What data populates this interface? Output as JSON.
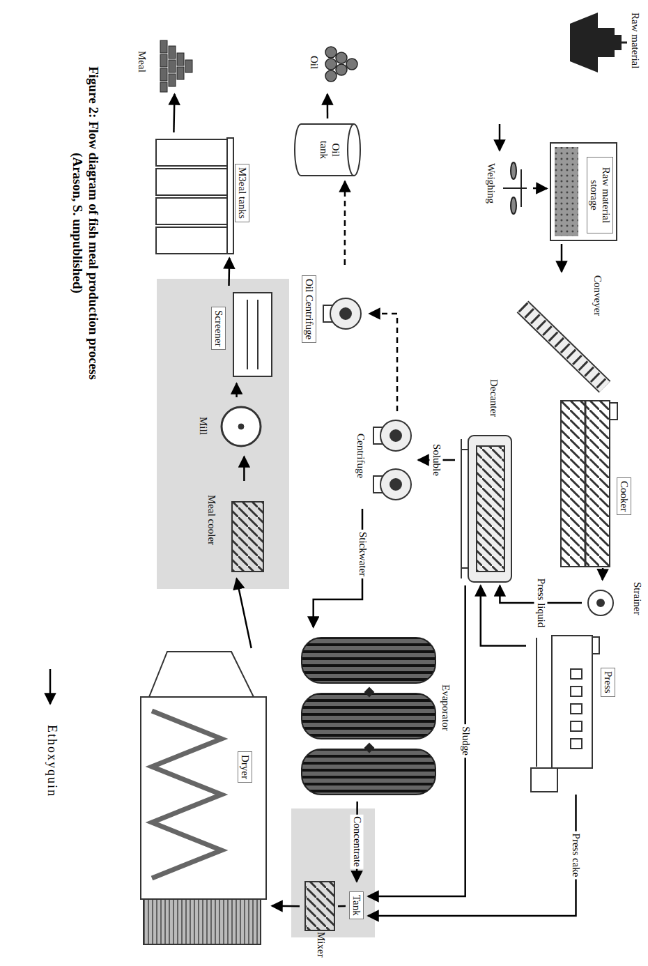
{
  "diagram": {
    "caption": "Figure 2: Flow diagram of fish meal production process (Arason, S. unpublished)",
    "nodes": [
      {
        "text": [
          "Raw material"
        ]
      },
      {
        "text": [
          "Weighing"
        ]
      },
      {
        "text": [
          "Raw material storage"
        ]
      },
      {
        "text": [
          "Conveyer"
        ]
      },
      {
        "text": [
          "Cooker"
        ]
      },
      {
        "text": [
          "Strainer"
        ]
      },
      {
        "text": [
          "Press"
        ]
      },
      {
        "text": [
          "Decanter"
        ]
      },
      {
        "text": [
          "Centrifuge"
        ]
      },
      {
        "text": [
          "Oil Centrifuge"
        ]
      },
      {
        "text": [
          "Oil tank"
        ]
      },
      {
        "text": [
          "Oil"
        ]
      },
      {
        "text": [
          "Evaporator"
        ]
      },
      {
        "text": [
          "Tank"
        ]
      },
      {
        "text": [
          "Mixer"
        ]
      },
      {
        "text": [
          "Dryer"
        ]
      },
      {
        "text": [
          "Meal cooler"
        ]
      },
      {
        "text": [
          "Mill"
        ]
      },
      {
        "text": [
          "Screener"
        ]
      },
      {
        "text": [
          "M3eal tanks"
        ]
      },
      {
        "text": [
          "Meal"
        ]
      }
    ],
    "edges": [
      {
        "from": 1,
        "to": 2,
        "arrow": "to"
      },
      {
        "from": 2,
        "to": 3,
        "arrow": "to"
      },
      {
        "from": 4,
        "to": 5,
        "arrow": "to"
      },
      {
        "from": 5,
        "to": 7,
        "label": "Press liquid",
        "arrow": "to"
      },
      {
        "from": 6,
        "to": 7,
        "arrow": "to"
      },
      {
        "from": 6,
        "to": 13,
        "label": "Press cake",
        "arrow": "to"
      },
      {
        "from": 7,
        "to": 8,
        "label": "Soluble",
        "arrow": "to"
      },
      {
        "from": 7,
        "to": 13,
        "label": "Sludge",
        "arrow": "to"
      },
      {
        "from": 8,
        "to": 9,
        "arrow": "to"
      },
      {
        "from": 9,
        "to": 10,
        "arrow": "to"
      },
      {
        "from": 10,
        "to": 11,
        "arrow": "to"
      },
      {
        "from": 8,
        "to": 12,
        "label": "Stickwater",
        "arrow": "to"
      },
      {
        "from": 12,
        "to": 13,
        "label": "Concentrate",
        "arrow": "to"
      },
      {
        "from": 13,
        "to": 14,
        "arrow": "none"
      },
      {
        "from": 14,
        "to": 15,
        "arrow": "to"
      },
      {
        "from": 15,
        "to": 16,
        "arrow": "to"
      },
      {
        "from": 16,
        "to": 17,
        "arrow": "to"
      },
      {
        "from": 17,
        "to": 18,
        "arrow": "to"
      },
      {
        "from": 18,
        "to": 19,
        "arrow": "to"
      },
      {
        "from": 19,
        "to": 20,
        "arrow": "to"
      }
    ],
    "labels": [
      "Ethoxyquin"
    ]
  }
}
